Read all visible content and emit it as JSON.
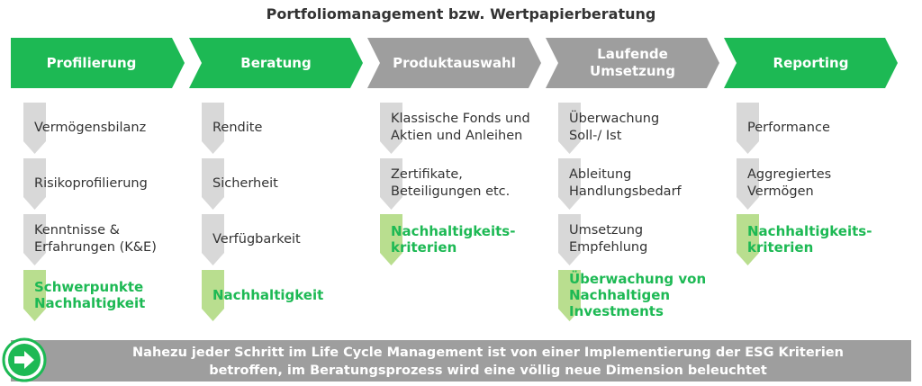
{
  "title": "Portfoliomanagement bzw. Wertpapierberatung",
  "colors": {
    "green": "#1db954",
    "gray": "#9e9e9e",
    "light_gray": "#d8d8d8",
    "light_green": "#b9de8f",
    "text": "#333333"
  },
  "stages": [
    {
      "label": "Profilierung",
      "style": "green",
      "items": [
        {
          "text": "Vermögensbilanz",
          "highlight": false
        },
        {
          "text": "Risikoprofilierung",
          "highlight": false
        },
        {
          "text": "Kenntnisse &\nErfahrungen (K&E)",
          "highlight": false
        },
        {
          "text": "Schwerpunkte\nNachhaltigkeit",
          "highlight": true
        }
      ]
    },
    {
      "label": "Beratung",
      "style": "green",
      "items": [
        {
          "text": "Rendite",
          "highlight": false
        },
        {
          "text": "Sicherheit",
          "highlight": false
        },
        {
          "text": "Verfügbarkeit",
          "highlight": false
        },
        {
          "text": "Nachhaltigkeit",
          "highlight": true
        }
      ]
    },
    {
      "label": "Produktauswahl",
      "style": "gray",
      "items": [
        {
          "text": "Klassische Fonds und\nAktien und Anleihen",
          "highlight": false
        },
        {
          "text": "Zertifikate,\nBeteiligungen etc.",
          "highlight": false
        },
        {
          "text": "Nachhaltigkeits-\nkriterien",
          "highlight": true
        }
      ]
    },
    {
      "label": "Laufende\nUmsetzung",
      "style": "gray",
      "items": [
        {
          "text": "Überwachung\nSoll-/ Ist",
          "highlight": false
        },
        {
          "text": "Ableitung\nHandlungsbedarf",
          "highlight": false
        },
        {
          "text": "Umsetzung\nEmpfehlung",
          "highlight": false
        },
        {
          "text": "Überwachung von\nNachhaltigen\nInvestments",
          "highlight": true
        }
      ]
    },
    {
      "label": "Reporting",
      "style": "green",
      "items": [
        {
          "text": "Performance",
          "highlight": false
        },
        {
          "text": "Aggregiertes\nVermögen",
          "highlight": false
        },
        {
          "text": "Nachhaltigkeits-\nkriterien",
          "highlight": true
        }
      ]
    }
  ],
  "banner": {
    "icon": "arrow-right-icon",
    "text": "Nahezu jeder Schritt im Life Cycle Management ist von einer Implementierung der ESG Kriterien\nbetroffen, im Beratungsprozess wird eine völlig neue Dimension beleuchtet"
  }
}
